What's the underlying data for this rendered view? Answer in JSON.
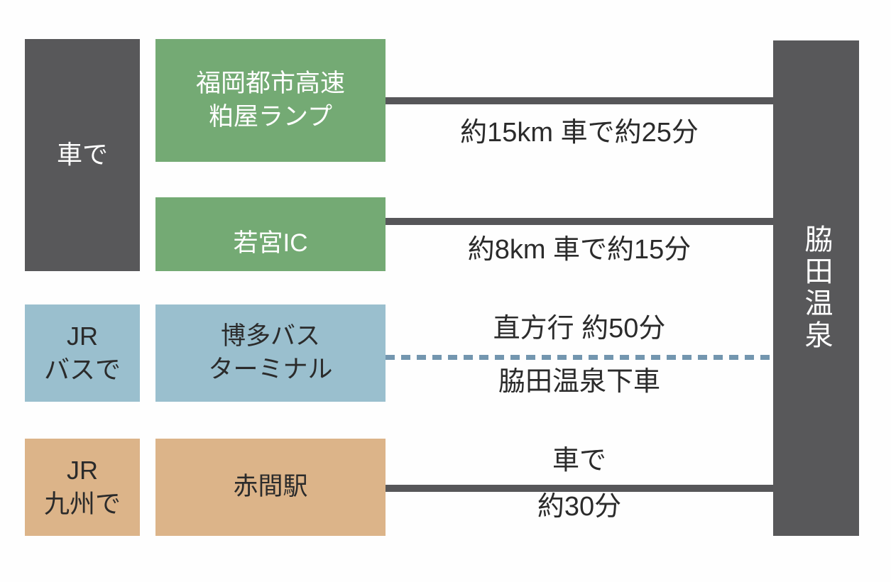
{
  "diagram_title": "access-routes-to-wakita-onsen",
  "modes": [
    {
      "id": "car",
      "label": "車で"
    },
    {
      "id": "jr-bus",
      "label": "JR\nバスで"
    },
    {
      "id": "jr-kyushu",
      "label": "JR\n九州で"
    }
  ],
  "nodes": [
    {
      "id": "kasuya-ramp",
      "label": "福岡都市高速\n粕屋ランプ"
    },
    {
      "id": "wakamiya-ic",
      "label": "若宮IC"
    },
    {
      "id": "hakata-bus-terminal",
      "label": "博多バス\nターミナル"
    },
    {
      "id": "akama-station",
      "label": "赤間駅"
    }
  ],
  "routes": [
    {
      "from": "kasuya-ramp",
      "line": "solid",
      "label_below": "約15km 車で約25分"
    },
    {
      "from": "wakamiya-ic",
      "line": "solid",
      "label_below": "約8km 車で約15分"
    },
    {
      "from": "hakata-bus-terminal",
      "line": "dashed",
      "label_above": "直方行 約50分",
      "label_below": "脇田温泉下車"
    },
    {
      "from": "akama-station",
      "line": "solid",
      "label_above": "車で",
      "label_below": "約30分"
    }
  ],
  "destination": {
    "label": "脇田温泉"
  },
  "colors": {
    "background": "#fefefe",
    "dark": "#58585a",
    "green": "#74aa74",
    "blue": "#9abfce",
    "tan": "#dcb489",
    "line_solid": "#565659",
    "line_dashed": "#7396af",
    "text_dark": "#2b2b2b",
    "text_light": "#ffffff"
  }
}
